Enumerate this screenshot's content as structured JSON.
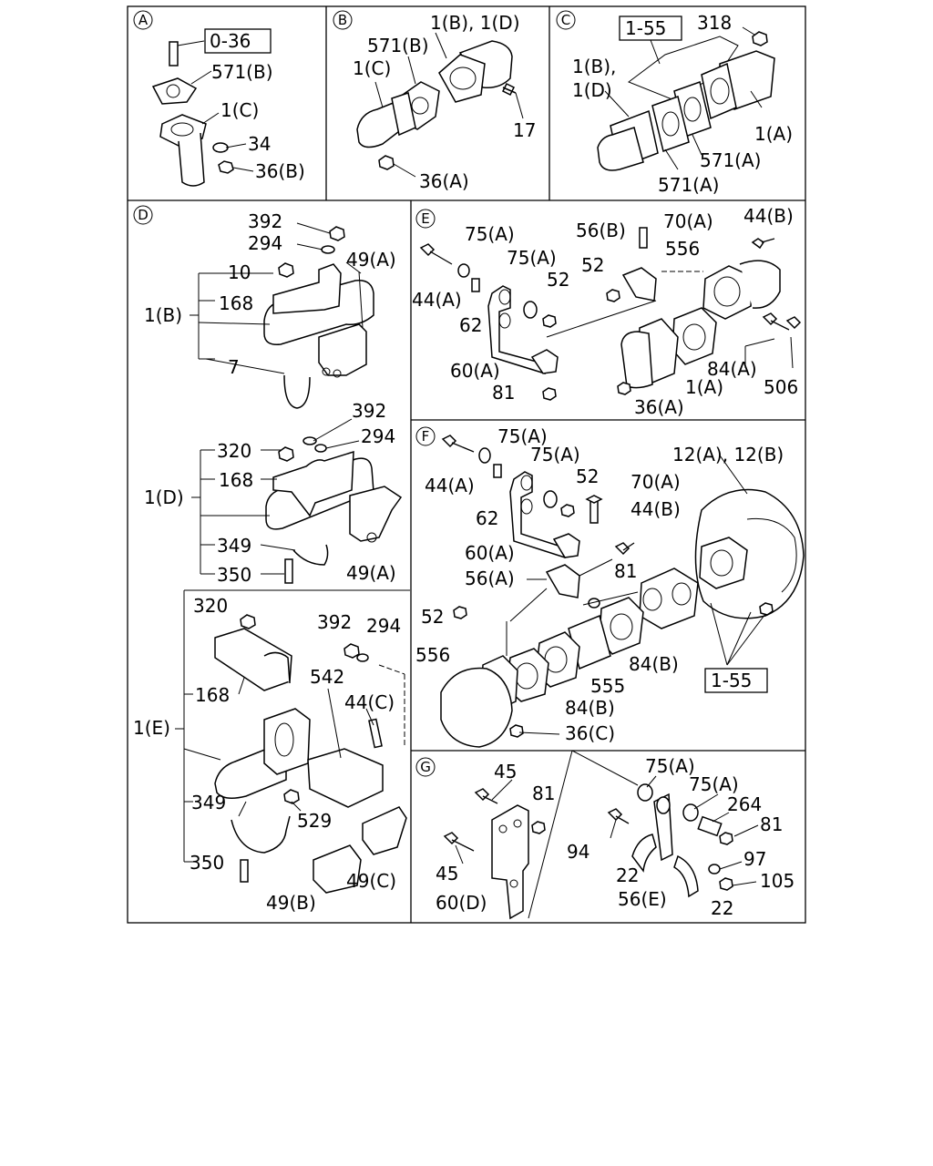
{
  "sections": {
    "A": {
      "letter": "A",
      "labels": [
        "0-36",
        "571(B)",
        "1(C)",
        "34",
        "36(B)"
      ]
    },
    "B": {
      "letter": "B",
      "labels": [
        "1(B), 1(D)",
        "571(B)",
        "1(C)",
        "17",
        "36(A)"
      ]
    },
    "C": {
      "letter": "C",
      "labels": [
        "1-55",
        "318",
        "1(B),",
        "1(D)",
        "1(A)",
        "571(A)",
        "571(A)"
      ]
    },
    "D": {
      "letter": "D",
      "labels": [
        "392",
        "294",
        "10",
        "49(A)",
        "168",
        "1(B)",
        "7",
        "392",
        "294",
        "320",
        "168",
        "1(D)",
        "349",
        "350",
        "49(A)",
        "320",
        "392",
        "294",
        "542",
        "168",
        "44(C)",
        "1(E)",
        "349",
        "529",
        "350",
        "49(C)",
        "49(B)"
      ]
    },
    "E": {
      "letter": "E",
      "labels": [
        "75(A)",
        "56(B)",
        "70(A)",
        "44(B)",
        "75(A)",
        "52",
        "52",
        "556",
        "44(A)",
        "62",
        "60(A)",
        "84(A)",
        "81",
        "1(A)",
        "506",
        "36(A)"
      ]
    },
    "F": {
      "letter": "F",
      "labels": [
        "75(A)",
        "75(A)",
        "12(A), 12(B)",
        "44(A)",
        "52",
        "70(A)",
        "62",
        "44(B)",
        "60(A)",
        "81",
        "56(A)",
        "52",
        "556",
        "84(B)",
        "555",
        "84(B)",
        "36(C)",
        "1-55"
      ]
    },
    "G": {
      "letter": "G",
      "labels": [
        "75(A)",
        "45",
        "75(A)",
        "81",
        "264",
        "81",
        "94",
        "97",
        "45",
        "22",
        "105",
        "60(D)",
        "56(E)",
        "22"
      ]
    }
  }
}
